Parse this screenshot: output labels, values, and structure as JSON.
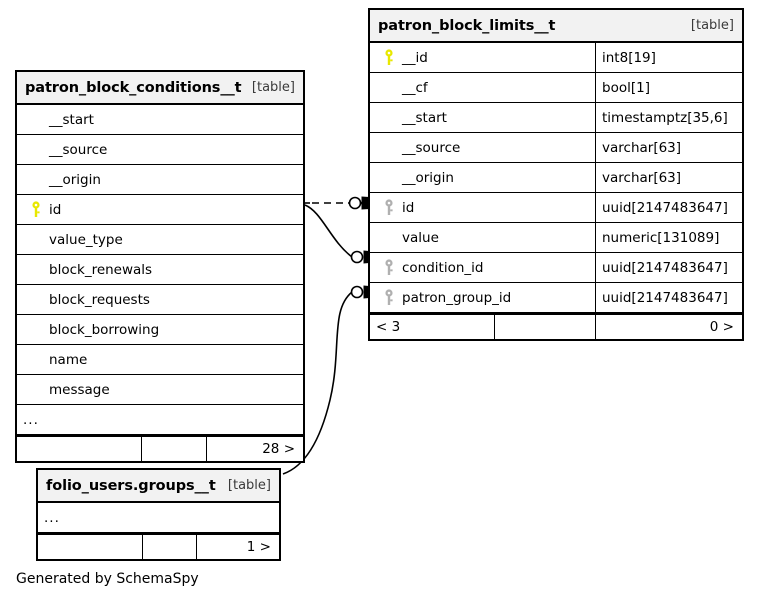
{
  "diagram": {
    "caption": "Generated by SchemaSpy",
    "kind_label": "[table]",
    "ellipsis": "..."
  },
  "tables": {
    "patron_block_limits": {
      "name": "patron_block_limits__t",
      "kind": "[table]",
      "columns": [
        {
          "name": "__id",
          "type": "int8[19]",
          "key": "primary"
        },
        {
          "name": "__cf",
          "type": "bool[1]",
          "key": "none"
        },
        {
          "name": "__start",
          "type": "timestamptz[35,6]",
          "key": "none"
        },
        {
          "name": "__source",
          "type": "varchar[63]",
          "key": "none"
        },
        {
          "name": "__origin",
          "type": "varchar[63]",
          "key": "none"
        },
        {
          "name": "id",
          "type": "uuid[2147483647]",
          "key": "foreign"
        },
        {
          "name": "value",
          "type": "numeric[131089]",
          "key": "none"
        },
        {
          "name": "condition_id",
          "type": "uuid[2147483647]",
          "key": "foreign"
        },
        {
          "name": "patron_group_id",
          "type": "uuid[2147483647]",
          "key": "foreign"
        }
      ],
      "footer": {
        "left": "< 3",
        "middle": "",
        "right": "0 >"
      }
    },
    "patron_block_conditions": {
      "name": "patron_block_conditions__t",
      "kind": "[table]",
      "columns": [
        {
          "name": "__start",
          "key": "none"
        },
        {
          "name": "__source",
          "key": "none"
        },
        {
          "name": "__origin",
          "key": "none"
        },
        {
          "name": "id",
          "key": "primary"
        },
        {
          "name": "value_type",
          "key": "none"
        },
        {
          "name": "block_renewals",
          "key": "none"
        },
        {
          "name": "block_requests",
          "key": "none"
        },
        {
          "name": "block_borrowing",
          "key": "none"
        },
        {
          "name": "name",
          "key": "none"
        },
        {
          "name": "message",
          "key": "none"
        }
      ],
      "more": "...",
      "footer": {
        "left": "",
        "middle": "",
        "right": "28 >"
      }
    },
    "folio_users_groups": {
      "name": "folio_users.groups__t",
      "kind": "[table]",
      "columns": [],
      "more": "...",
      "footer": {
        "left": "",
        "middle": "",
        "right": "1 >"
      }
    }
  },
  "colors": {
    "primary_key": "#e8e800",
    "foreign_key": "#b0b0b0",
    "border": "#000000",
    "header_fill": "#f2f2f2",
    "edge": "#000000"
  }
}
